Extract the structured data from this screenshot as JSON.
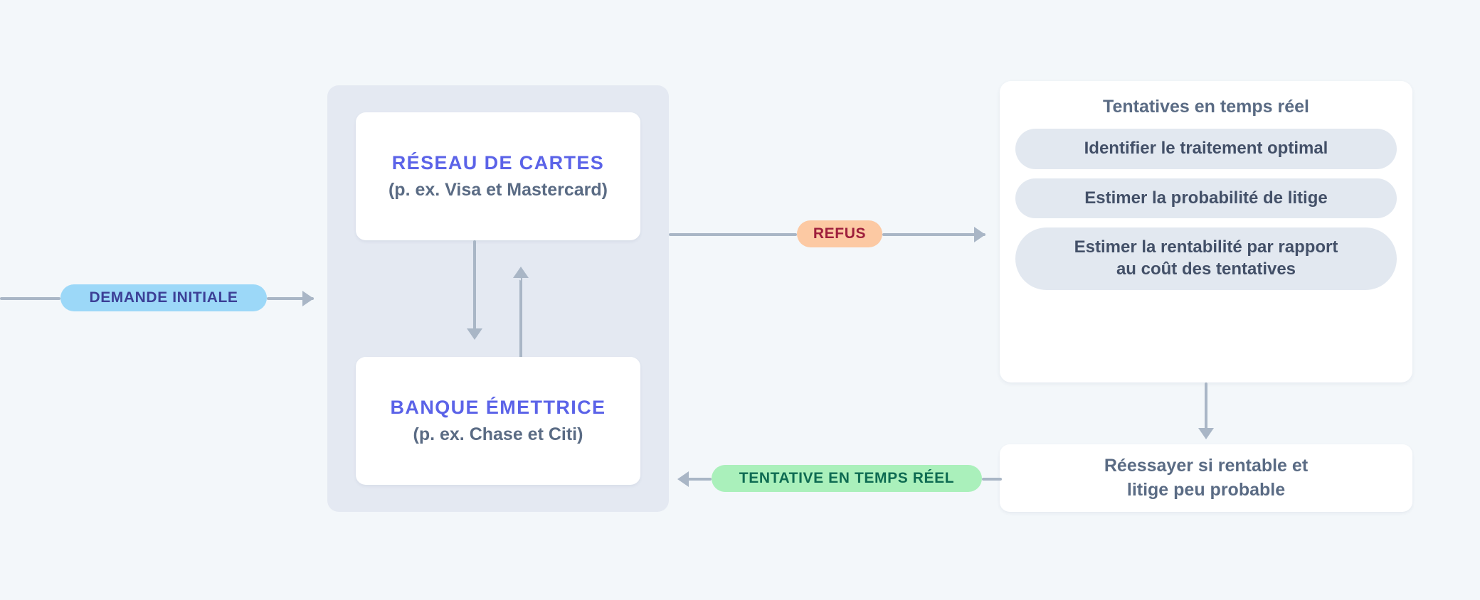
{
  "theme": {
    "background": "#f3f7fa",
    "panel_bg": "#e4e9f2",
    "card_bg": "#ffffff",
    "pill_bg": "#e2e8f0",
    "accent_violet": "#5b63e8",
    "text_slate": "#5a6b84",
    "connector": "#a9b6c6",
    "badge_blue_bg": "#9cd8f8",
    "badge_blue_text": "#3c3f96",
    "badge_orange_bg": "#fcc9a3",
    "badge_orange_text": "#9e1f3c",
    "badge_green_bg": "#aaf0bb",
    "badge_green_text": "#0e6b52"
  },
  "left_group": {
    "nodes": [
      {
        "title": "RÉSEAU DE CARTES",
        "subtitle": "(p. ex. Visa et Mastercard)"
      },
      {
        "title": "BANQUE ÉMETTRICE",
        "subtitle": "(p. ex. Chase et Citi)"
      }
    ]
  },
  "right_group": {
    "heading": "Tentatives en temps réel",
    "steps": [
      "Identifier le traitement optimal",
      "Estimer la probabilité de litige",
      "Estimer la rentabilité par rapport\nau coût des tentatives"
    ],
    "result": "Réessayer si rentable et\nlitige peu probable"
  },
  "edges": {
    "initial_request": "DEMANDE INITIALE",
    "decline": "REFUS",
    "retry": "TENTATIVE EN TEMPS RÉEL"
  }
}
